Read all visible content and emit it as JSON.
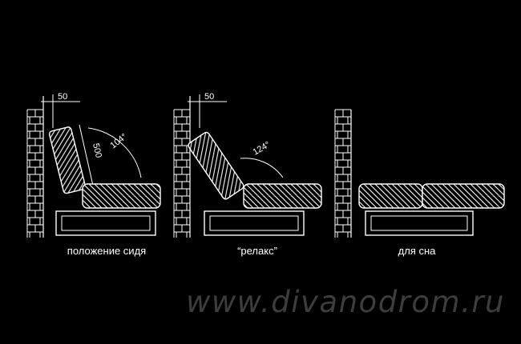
{
  "diagram": {
    "panels": [
      {
        "caption": "положение сидя",
        "offset_label": "50",
        "length_label": "500",
        "angle_label": "104°"
      },
      {
        "caption": "“релакс”",
        "offset_label": "50",
        "angle_label": "124°"
      },
      {
        "caption": "для  сна"
      }
    ]
  },
  "watermark": "www.divanodrom.ru",
  "colors": {
    "background": "#000000",
    "lines": "#ffffff",
    "watermark": "#3d3d3d"
  }
}
